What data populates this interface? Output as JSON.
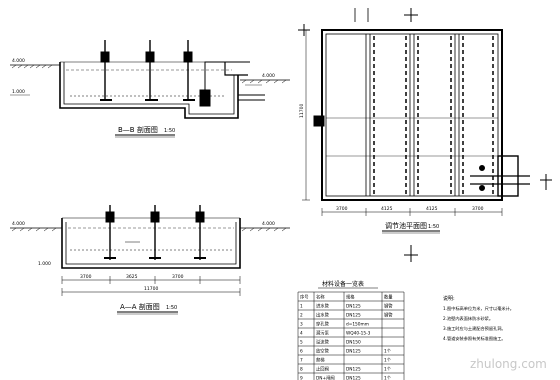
{
  "drawing": {
    "section_bb": {
      "title": "B—B 剖面图",
      "scale": "1:50"
    },
    "section_aa": {
      "title": "A—A 剖面图",
      "scale": "1:50"
    },
    "plan": {
      "title": "调节池平面图",
      "scale": "1:50"
    },
    "table": {
      "title": "材料设备一览表",
      "headers": [
        "序号",
        "名称",
        "规格",
        "数量"
      ],
      "rows": [
        [
          "1",
          "进水管",
          "DN125",
          "钢管"
        ],
        [
          "2",
          "出水管",
          "DN125",
          "钢管"
        ],
        [
          "3",
          "穿孔管",
          "d=150mm",
          ""
        ],
        [
          "4",
          "潜污泵",
          "WQ40-15-3",
          ""
        ],
        [
          "5",
          "溢流管",
          "DN150",
          ""
        ],
        [
          "6",
          "放空管",
          "DN125",
          "1个"
        ],
        [
          "7",
          "爬梯",
          "",
          "1个"
        ],
        [
          "8",
          "止回阀",
          "DN125",
          "1个"
        ],
        [
          "9",
          "DN+闸阀",
          "DN125",
          "1个"
        ]
      ]
    },
    "notes": {
      "title": "说明:",
      "items": [
        "1.图中标高单位为米，尺寸以毫米计。",
        "2.池壁内表面抹防水砂浆。",
        "3.施工时应与土建配合预留孔洞。",
        "4.管道安装参照有关标准图施工。"
      ]
    },
    "dims": {
      "aa_total": "11700",
      "aa_seg_1": "3700",
      "aa_seg_2": "3625",
      "aa_seg_3": "3700",
      "plan_seg_1": "3700",
      "plan_seg_2": "4125",
      "plan_seg_3": "4125",
      "plan_seg_4": "3700",
      "plan_height": "11700",
      "bb_left": "4.000",
      "bb_right": "4.000",
      "bb_bottom": "1.000",
      "aa_left": "4.000",
      "aa_right": "4.000",
      "aa_bottom": "1.000"
    },
    "watermark": "zhulong.com"
  }
}
